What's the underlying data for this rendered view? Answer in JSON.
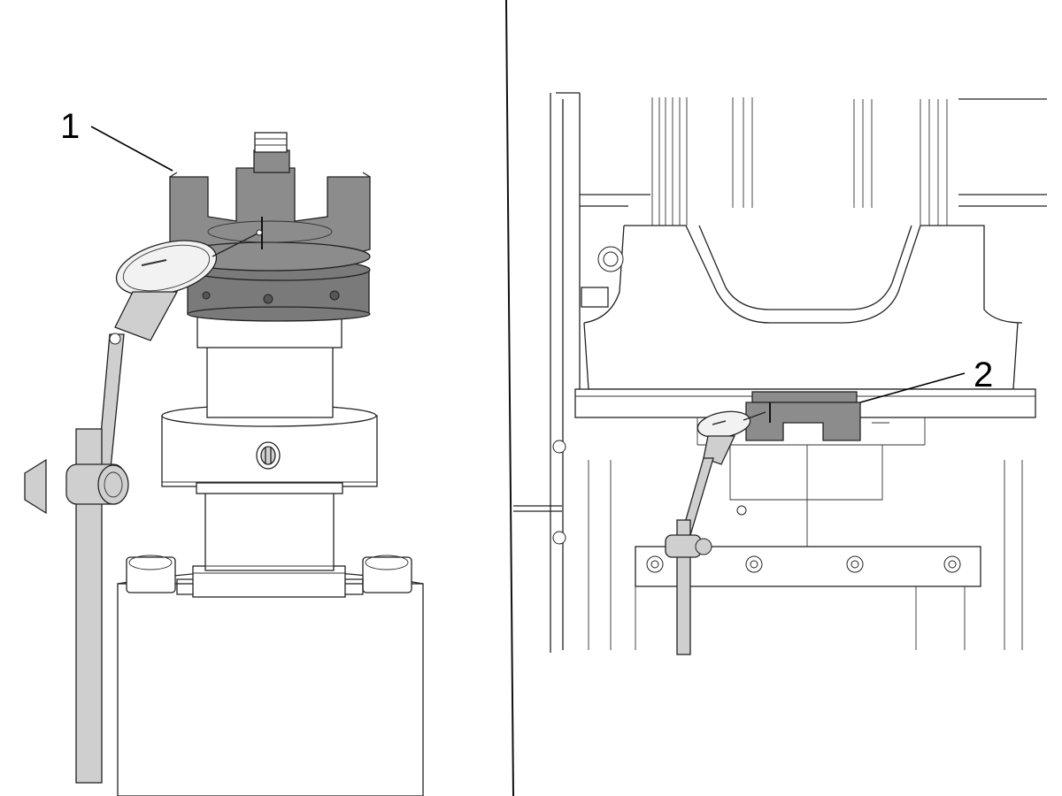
{
  "figure": {
    "panels": [
      {
        "name": "left-panel",
        "callout": {
          "label": "1",
          "points_to": "chuck-jaws-fixture"
        }
      },
      {
        "name": "right-panel",
        "callout": {
          "label": "2",
          "points_to": "slide-block-fixture"
        }
      }
    ],
    "colors": {
      "highlight_part": "#8c8c8c",
      "line": "#222222",
      "background": "#ffffff",
      "gauge_arm": "#cfcfcf"
    }
  }
}
